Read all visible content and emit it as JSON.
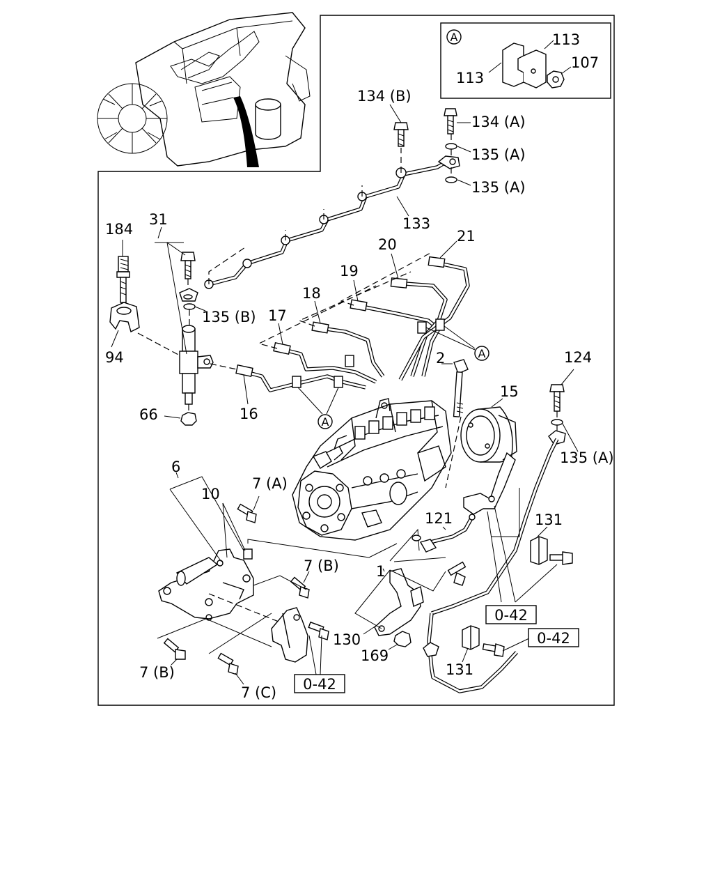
{
  "diagram": {
    "callouts": {
      "c113a": "113",
      "c113b": "113",
      "c107": "107",
      "c134b": "134 (B)",
      "c134a": "134 (A)",
      "c135a_1": "135 (A)",
      "c135a_2": "135 (A)",
      "c135a_3": "135 (A)",
      "c133": "133",
      "c184": "184",
      "c31": "31",
      "c135b": "135 (B)",
      "c94": "94",
      "c66": "66",
      "c20": "20",
      "c21": "21",
      "c19": "19",
      "c18": "18",
      "c17": "17",
      "c16": "16",
      "c2": "2",
      "c15": "15",
      "c124": "124",
      "c6": "6",
      "c10": "10",
      "c7a": "7 (A)",
      "c7b_1": "7 (B)",
      "c7b_2": "7 (B)",
      "c7c": "7 (C)",
      "c121": "121",
      "c131_1": "131",
      "c131_2": "131",
      "c1": "1",
      "c130": "130",
      "c169": "169"
    },
    "detail_markers": {
      "inset": "A",
      "m1": "A",
      "m2": "A"
    },
    "section_refs": {
      "r1": "0-42",
      "r2": "0-42",
      "r3": "0-42"
    }
  }
}
